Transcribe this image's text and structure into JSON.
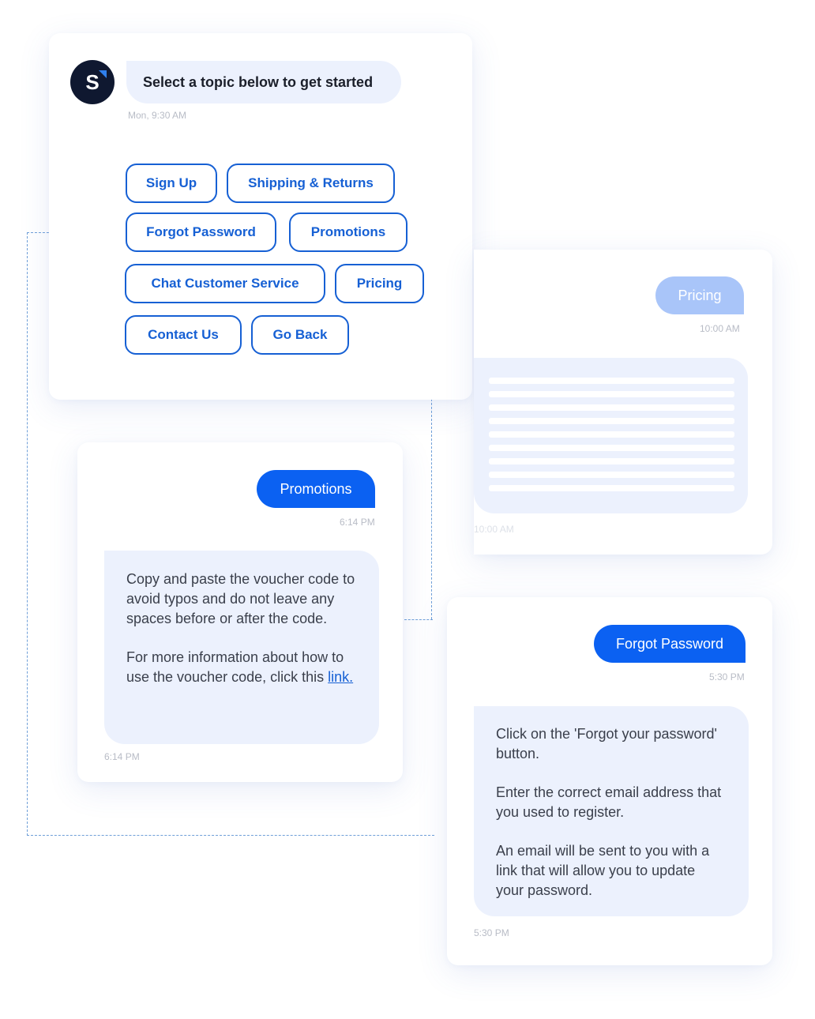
{
  "topic_card": {
    "avatar_letter": "S",
    "prompt": "Select a topic below to get started",
    "timestamp": "Mon, 9:30 AM",
    "topics": [
      "Sign Up",
      "Shipping & Returns",
      "Forgot Password",
      "Promotions",
      "Chat Customer Service",
      "Pricing",
      "Contact Us",
      "Go Back"
    ]
  },
  "pricing_card": {
    "user_message": "Pricing",
    "user_time": "10:00 AM",
    "reply_time": "10:00 AM"
  },
  "promotions_card": {
    "user_message": "Promotions",
    "user_time": "6:14 PM",
    "reply_paragraph_1": "Copy and paste the voucher code to avoid typos and do not leave any spaces before or after the code.",
    "reply_paragraph_2_prefix": "For more information about how to use the voucher code, click this ",
    "reply_link": "link.",
    "reply_time": "6:14 PM"
  },
  "forgot_card": {
    "user_message": "Forgot Password",
    "user_time": "5:30 PM",
    "reply_paragraph_1": "Click on the 'Forgot your password' button.",
    "reply_paragraph_2": "Enter the correct email address that you used to register.",
    "reply_paragraph_3": "An email will be sent to you with a link that will allow you to update your password.",
    "reply_time": "5:30 PM"
  },
  "colors": {
    "accent": "#1660d4",
    "user_bubble": "#0b61f2",
    "user_bubble_light": "#a9c5f9",
    "bot_bubble": "#ecf1fd",
    "avatar_bg": "#0f1830"
  }
}
